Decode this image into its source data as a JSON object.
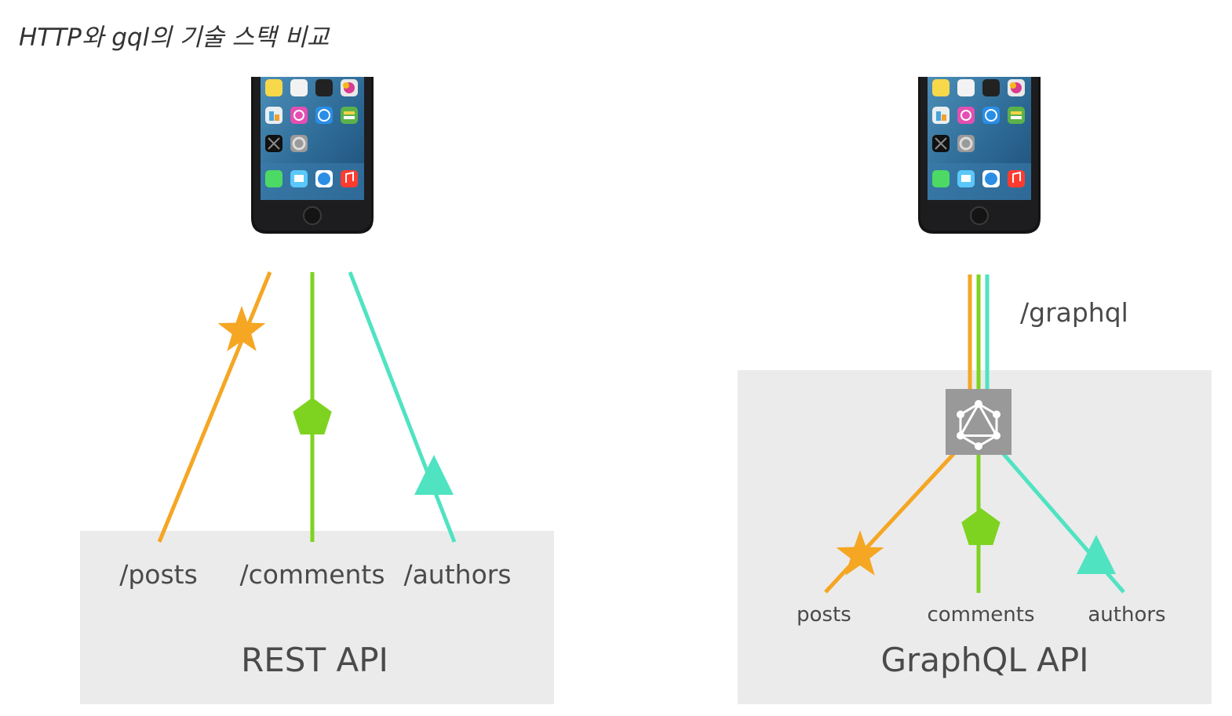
{
  "caption": "HTTP와 gql의 기술 스택 비교",
  "colors": {
    "posts": "#f5a623",
    "comments": "#7ed321",
    "authors": "#50e3c2",
    "panel": "#ebebeb",
    "hub": "#999999",
    "text": "#4a4a4a"
  },
  "rest": {
    "panel_label": "REST API",
    "endpoints": [
      "/posts",
      "/comments",
      "/authors"
    ]
  },
  "graphql": {
    "panel_label": "GraphQL API",
    "endpoint": "/graphql",
    "fields": [
      "posts",
      "comments",
      "authors"
    ]
  }
}
